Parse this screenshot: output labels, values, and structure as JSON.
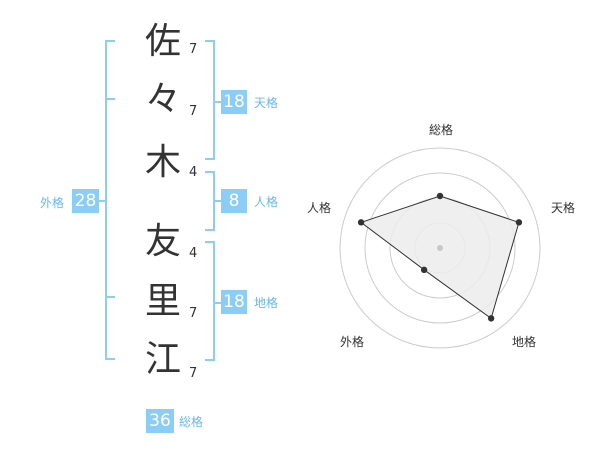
{
  "name_chars": [
    {
      "char": "佐",
      "strokes": "7"
    },
    {
      "char": "々",
      "strokes": "7"
    },
    {
      "char": "木",
      "strokes": "4"
    },
    {
      "char": "友",
      "strokes": "4"
    },
    {
      "char": "里",
      "strokes": "7"
    },
    {
      "char": "江",
      "strokes": "7"
    }
  ],
  "fortunes": {
    "tenkaku": {
      "label": "天格",
      "value": "18"
    },
    "jinkaku": {
      "label": "人格",
      "value": "8"
    },
    "chikaku": {
      "label": "地格",
      "value": "18"
    },
    "gaikaku": {
      "label": "外格",
      "value": "28"
    },
    "soukaku": {
      "label": "総格",
      "value": "36"
    }
  },
  "colors": {
    "accent": "#8ccdf6",
    "accent_text": "#67b8ee",
    "text": "#333333",
    "grid": "#cccccc"
  },
  "chart_data": {
    "type": "radar",
    "axes": [
      "総格",
      "天格",
      "地格",
      "外格",
      "人格"
    ],
    "rings": 4,
    "values": [
      0.52,
      0.83,
      0.87,
      0.27,
      0.83
    ],
    "range": [
      0,
      1
    ]
  }
}
